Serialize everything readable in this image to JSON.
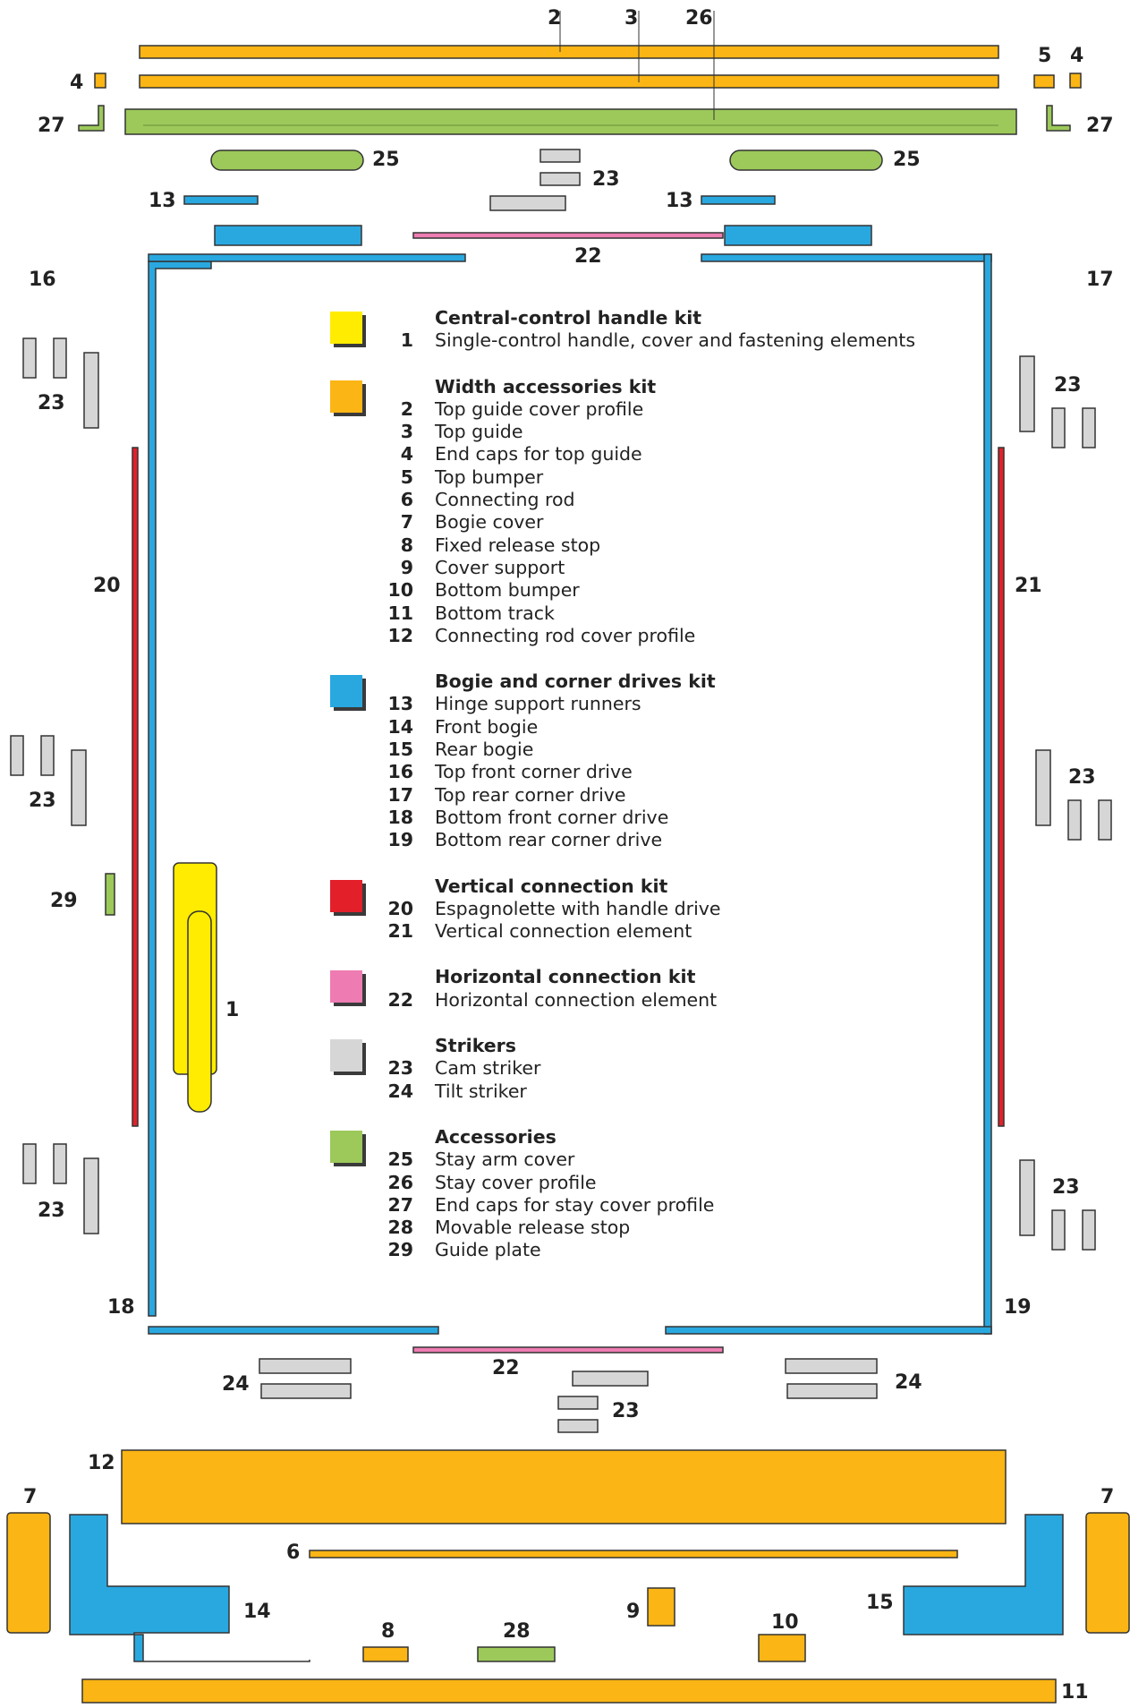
{
  "callouts": {
    "n1": "1",
    "n2": "2",
    "n3": "3",
    "n4a": "4",
    "n4b": "4",
    "n5": "5",
    "n6": "6",
    "n7a": "7",
    "n7b": "7",
    "n8": "8",
    "n9": "9",
    "n10": "10",
    "n11": "11",
    "n12": "12",
    "n13a": "13",
    "n13b": "13",
    "n14": "14",
    "n15": "15",
    "n16": "16",
    "n17": "17",
    "n18": "18",
    "n19": "19",
    "n20": "20",
    "n21": "21",
    "n22a": "22",
    "n22b": "22",
    "n23a": "23",
    "n23b": "23",
    "n23c": "23",
    "n23d": "23",
    "n23e": "23",
    "n23f": "23",
    "n23g": "23",
    "n23h": "23",
    "n24a": "24",
    "n24b": "24",
    "n25a": "25",
    "n25b": "25",
    "n26": "26",
    "n27a": "27",
    "n27b": "27",
    "n28": "28",
    "n29": "29"
  },
  "colors": {
    "yellow": "#ffec00",
    "orange": "#fbb514",
    "blue": "#29a8e0",
    "red": "#e3202a",
    "pink": "#ee7cb2",
    "grey": "#d6d6d6",
    "green": "#9cc95a"
  },
  "legend": {
    "kits": [
      {
        "title": "Central-control handle kit",
        "color": "#ffec00",
        "items": [
          {
            "num": "1",
            "label": "Single-control handle, cover and fastening elements"
          }
        ]
      },
      {
        "title": "Width accessories kit",
        "color": "#fbb514",
        "items": [
          {
            "num": "2",
            "label": "Top guide cover profile"
          },
          {
            "num": "3",
            "label": "Top guide"
          },
          {
            "num": "4",
            "label": "End caps for top guide"
          },
          {
            "num": "5",
            "label": "Top bumper"
          },
          {
            "num": "6",
            "label": "Connecting rod"
          },
          {
            "num": "7",
            "label": "Bogie cover"
          },
          {
            "num": "8",
            "label": "Fixed release stop"
          },
          {
            "num": "9",
            "label": "Cover support"
          },
          {
            "num": "10",
            "label": "Bottom bumper"
          },
          {
            "num": "11",
            "label": "Bottom track"
          },
          {
            "num": "12",
            "label": "Connecting rod cover profile"
          }
        ]
      },
      {
        "title": "Bogie and corner drives kit",
        "color": "#29a8e0",
        "items": [
          {
            "num": "13",
            "label": "Hinge support runners"
          },
          {
            "num": "14",
            "label": "Front bogie"
          },
          {
            "num": "15",
            "label": "Rear bogie"
          },
          {
            "num": "16",
            "label": "Top front corner drive"
          },
          {
            "num": "17",
            "label": "Top rear corner drive"
          },
          {
            "num": "18",
            "label": "Bottom front corner drive"
          },
          {
            "num": "19",
            "label": "Bottom rear corner drive"
          }
        ]
      },
      {
        "title": "Vertical connection kit",
        "color": "#e3202a",
        "items": [
          {
            "num": "20",
            "label": "Espagnolette with handle drive"
          },
          {
            "num": "21",
            "label": "Vertical connection element"
          }
        ]
      },
      {
        "title": "Horizontal connection kit",
        "color": "#ee7cb2",
        "items": [
          {
            "num": "22",
            "label": "Horizontal connection element"
          }
        ]
      },
      {
        "title": "Strikers",
        "color": "#d6d6d6",
        "items": [
          {
            "num": "23",
            "label": "Cam striker"
          },
          {
            "num": "24",
            "label": "Tilt striker"
          }
        ]
      },
      {
        "title": "Accessories",
        "color": "#9cc95a",
        "items": [
          {
            "num": "25",
            "label": "Stay arm cover"
          },
          {
            "num": "26",
            "label": "Stay cover profile"
          },
          {
            "num": "27",
            "label": "End caps for stay cover profile"
          },
          {
            "num": "28",
            "label": "Movable release stop"
          },
          {
            "num": "29",
            "label": "Guide plate"
          }
        ]
      }
    ]
  }
}
